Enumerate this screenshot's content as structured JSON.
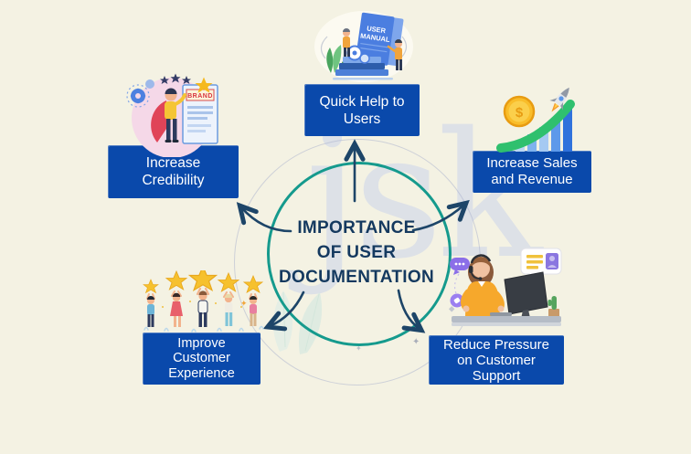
{
  "title": {
    "text": "IMPORTANCE\nOF USER\nDOCUMENTATION"
  },
  "watermark": {
    "text": "jsk"
  },
  "boxes": {
    "quick_help": {
      "label": "Quick Help to\nUsers"
    },
    "sales": {
      "label": "Increase Sales\nand Revenue"
    },
    "credibility": {
      "label": "Increase\nCredibility"
    },
    "experience": {
      "label": "Improve\nCustomer\nExperience"
    },
    "support": {
      "label": "Reduce Pressure\non Customer\nSupport"
    }
  },
  "illustrations": {
    "manual": {
      "name": "user-manual-books",
      "book_line1": "USER",
      "book_line2": "MANUAL"
    },
    "sales": {
      "name": "coin-rocket-growth-chart",
      "coin_symbol": "$"
    },
    "credibility": {
      "name": "superhero-brand-poster",
      "poster_text": "BRAND"
    },
    "experience": {
      "name": "people-holding-stars"
    },
    "support": {
      "name": "support-agent-at-desk"
    }
  },
  "sparkles": {
    "s1": "✦",
    "s2": "✦",
    "s3": "✦"
  },
  "colors": {
    "background": "#f4f2e3",
    "box_blue": "#0a49ab",
    "circle_teal": "#159a8d",
    "title_navy": "#14395f",
    "arrow_navy": "#1d4568",
    "watermark_blue": "#c7d1ec",
    "star_gold": "#f6c12e",
    "illustration_blue": "#4b7ee0",
    "illustration_orange": "#f6a82c"
  }
}
